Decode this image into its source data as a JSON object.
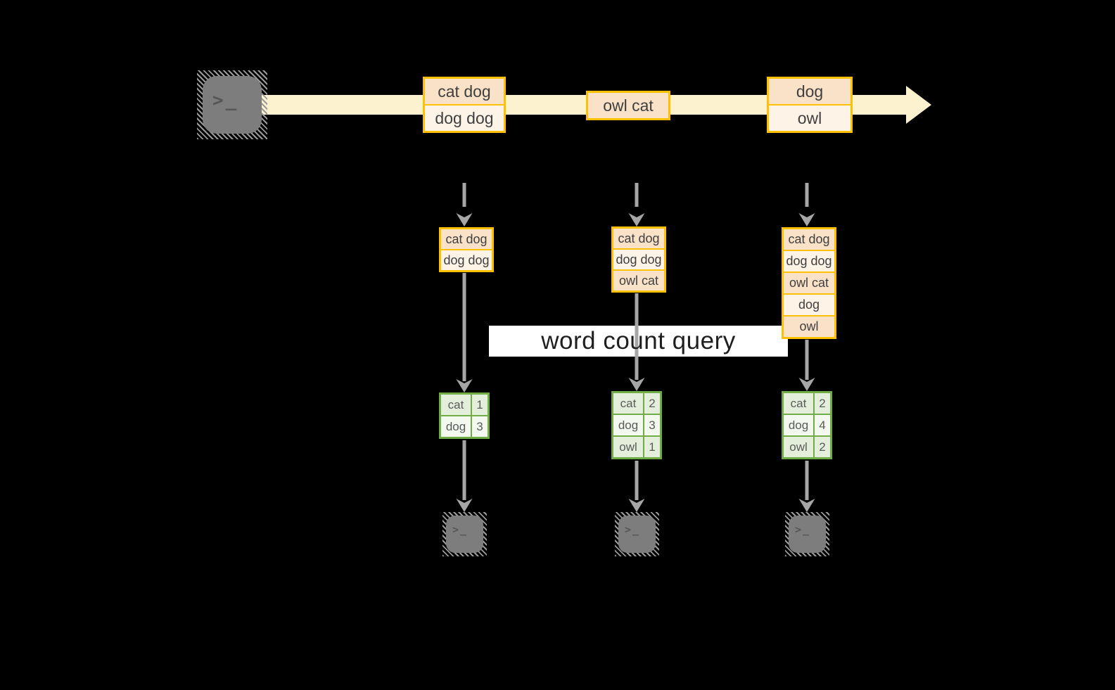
{
  "query_label": "word count query",
  "terminal_glyph": ">_",
  "colors": {
    "background": "#000000",
    "stream_band": "#fdf2cf",
    "event_border": "#ffc000",
    "event_fill_peach": "#f9e2c8",
    "event_fill_cream": "#fdf3e7",
    "table_border": "#70ad47",
    "table_fill_dark": "#e3efda",
    "table_fill_light": "#f3f9ee",
    "arrow_gray": "#a6a6a6",
    "terminal_gray": "#7d7d7d"
  },
  "timeline": {
    "batches": [
      {
        "items": [
          "cat dog",
          "dog dog"
        ]
      },
      {
        "items": [
          "owl cat"
        ]
      },
      {
        "items": [
          "dog",
          "owl"
        ]
      }
    ]
  },
  "columns": [
    {
      "window": [
        "cat dog",
        "dog dog"
      ],
      "counts": [
        {
          "word": "cat",
          "count": "1"
        },
        {
          "word": "dog",
          "count": "3"
        }
      ]
    },
    {
      "window": [
        "cat dog",
        "dog dog",
        "owl cat"
      ],
      "counts": [
        {
          "word": "cat",
          "count": "2"
        },
        {
          "word": "dog",
          "count": "3"
        },
        {
          "word": "owl",
          "count": "1"
        }
      ]
    },
    {
      "window": [
        "cat dog",
        "dog dog",
        "owl cat",
        "dog",
        "owl"
      ],
      "counts": [
        {
          "word": "cat",
          "count": "2"
        },
        {
          "word": "dog",
          "count": "4"
        },
        {
          "word": "owl",
          "count": "2"
        }
      ]
    }
  ]
}
